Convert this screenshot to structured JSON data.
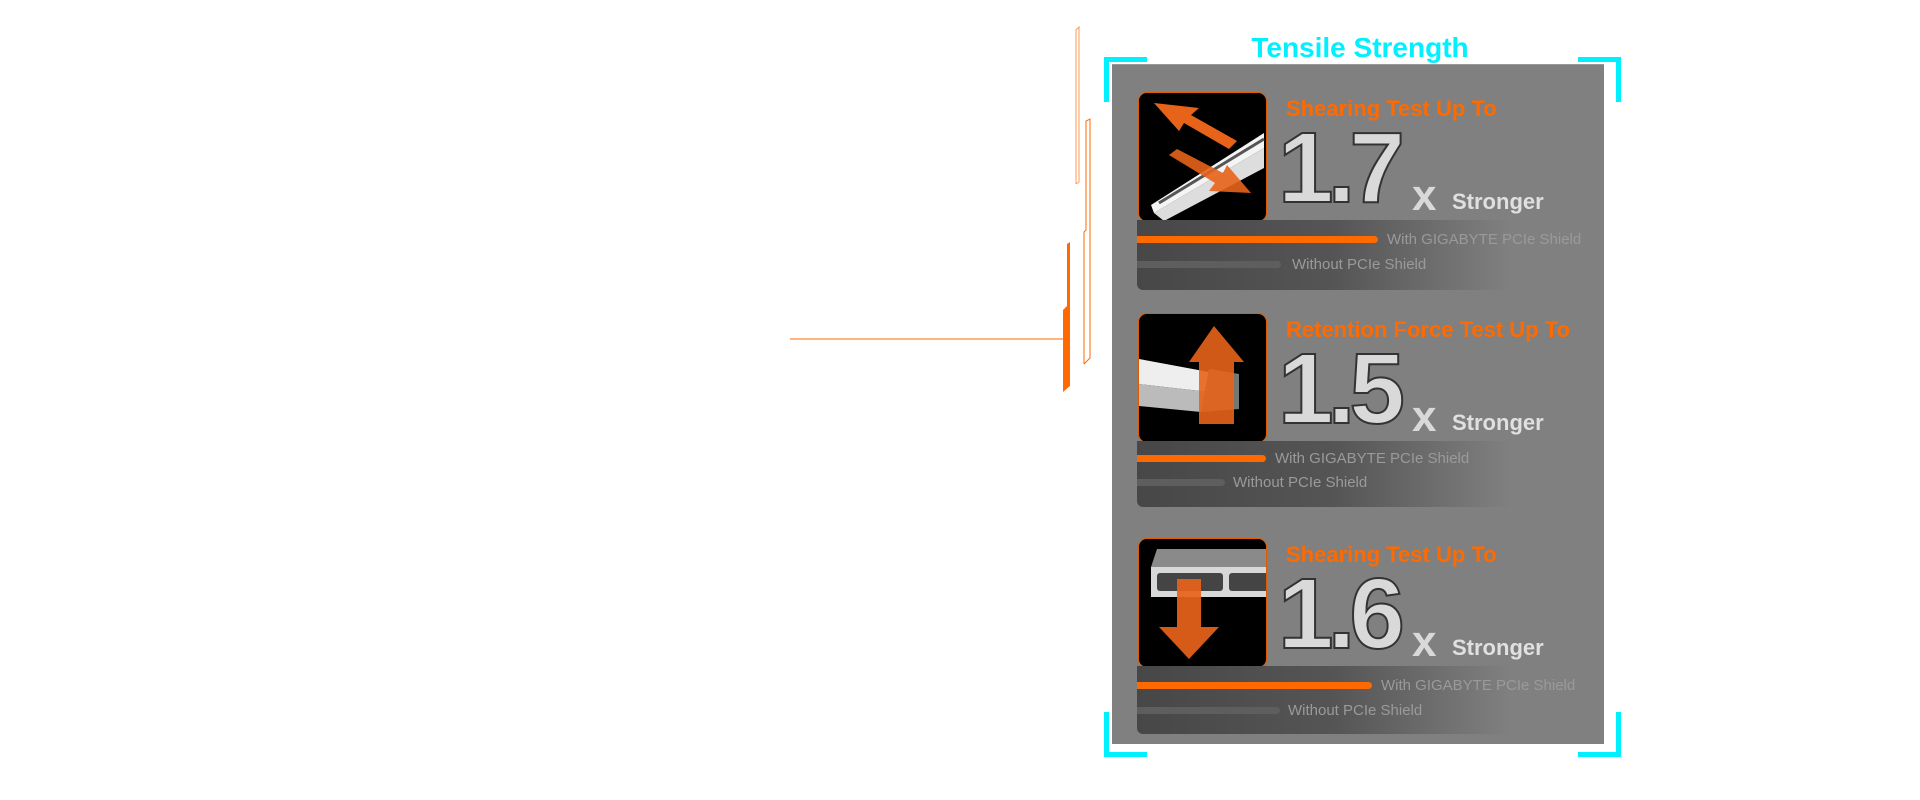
{
  "title": "Tensile Strength",
  "colors": {
    "accent": "#ff6a00",
    "title": "#00f0ff",
    "panel": "#808080"
  },
  "cards": [
    {
      "icon": "shearing-horizontal-icon",
      "heading": "Shearing Test Up To",
      "value": "1.7",
      "x": "x",
      "suffix": "Stronger",
      "ratio": 1.7,
      "with_label": "With GIGABYTE PCIe Shield",
      "without_label": "Without PCIe Shield"
    },
    {
      "icon": "retention-force-up-icon",
      "heading": "Retention Force Test Up To",
      "value": "1.5",
      "x": "x",
      "suffix": "Stronger",
      "ratio": 1.5,
      "with_label": "With GIGABYTE PCIe Shield",
      "without_label": "Without PCIe Shield"
    },
    {
      "icon": "shearing-down-icon",
      "heading": "Shearing Test Up To",
      "value": "1.6",
      "x": "x",
      "suffix": "Stronger",
      "ratio": 1.6,
      "with_label": "With GIGABYTE PCIe Shield",
      "without_label": "Without PCIe Shield"
    }
  ]
}
